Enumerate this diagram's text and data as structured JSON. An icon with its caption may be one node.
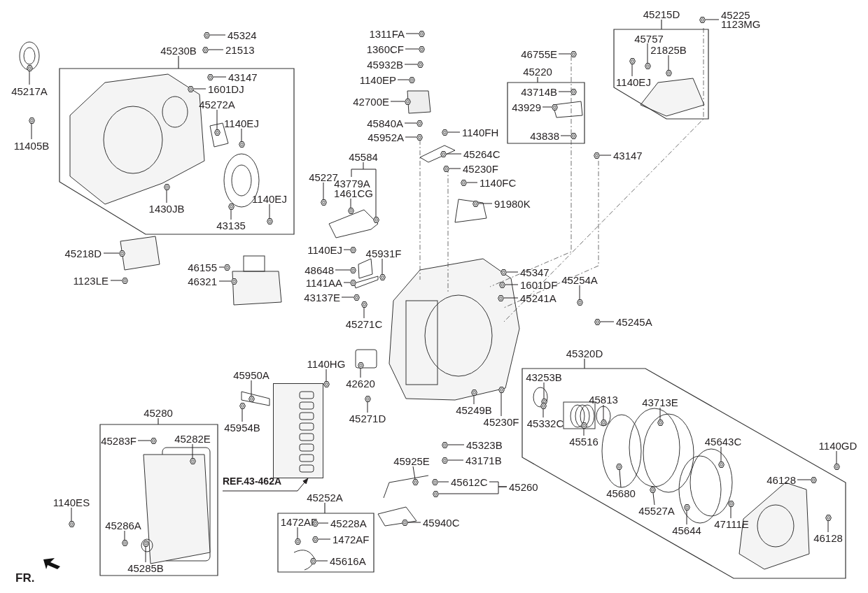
{
  "diagram": {
    "nodes": [
      {
        "text": [
          "45217A"
        ]
      },
      {
        "text": [
          "45230B"
        ]
      },
      {
        "text": [
          "45324"
        ]
      },
      {
        "text": [
          "21513"
        ]
      },
      {
        "text": [
          "43147"
        ],
        "in": 1
      },
      {
        "text": [
          "1601DJ"
        ],
        "in": 1
      },
      {
        "text": [
          "45272A"
        ],
        "in": 1
      },
      {
        "text": [
          "1140EJ"
        ],
        "in": 1
      },
      {
        "text": [
          "11405B"
        ]
      },
      {
        "text": [
          "1430JB"
        ],
        "in": 1
      },
      {
        "text": [
          "1140EJ"
        ],
        "in": 1
      },
      {
        "text": [
          "43135"
        ],
        "in": 1
      },
      {
        "text": [
          "45218D"
        ]
      },
      {
        "text": [
          "46155"
        ]
      },
      {
        "text": [
          "1123LE"
        ]
      },
      {
        "text": [
          "46321"
        ]
      },
      {
        "text": [
          "1311FA"
        ]
      },
      {
        "text": [
          "1360CF"
        ]
      },
      {
        "text": [
          "45932B"
        ]
      },
      {
        "text": [
          "1140EP"
        ]
      },
      {
        "text": [
          "42700E"
        ]
      },
      {
        "text": [
          "45840A"
        ]
      },
      {
        "text": [
          "45952A"
        ]
      },
      {
        "text": [
          "1140FH"
        ]
      },
      {
        "text": [
          "45264C"
        ]
      },
      {
        "text": [
          "45230F"
        ]
      },
      {
        "text": [
          "1140FC"
        ]
      },
      {
        "text": [
          "91980K"
        ]
      },
      {
        "text": [
          "46755E"
        ]
      },
      {
        "text": [
          "45220"
        ]
      },
      {
        "text": [
          "43714B"
        ],
        "in": 29
      },
      {
        "text": [
          "43929"
        ],
        "in": 29
      },
      {
        "text": [
          "43838"
        ],
        "in": 29
      },
      {
        "text": [
          "45215D"
        ]
      },
      {
        "text": [
          "45225",
          "1123MG"
        ]
      },
      {
        "text": [
          "45757"
        ],
        "in": 33
      },
      {
        "text": [
          "21825B"
        ],
        "in": 33
      },
      {
        "text": [
          "1140EJ"
        ],
        "in": 33
      },
      {
        "text": [
          "43147"
        ]
      },
      {
        "text": [
          "45584"
        ]
      },
      {
        "text": [
          "45227"
        ]
      },
      {
        "text": [
          "1461CG"
        ]
      },
      {
        "text": [
          "1140EJ"
        ]
      },
      {
        "text": [
          "45931F"
        ]
      },
      {
        "text": [
          "48648"
        ]
      },
      {
        "text": [
          "1141AA"
        ]
      },
      {
        "text": [
          "43137E"
        ]
      },
      {
        "text": [
          "45271C"
        ]
      },
      {
        "text": [
          "45347"
        ]
      },
      {
        "text": [
          "1601DF"
        ]
      },
      {
        "text": [
          "45254A"
        ]
      },
      {
        "text": [
          "45241A"
        ]
      },
      {
        "text": [
          "45245A"
        ]
      },
      {
        "text": [
          "1140HG"
        ]
      },
      {
        "text": [
          "42620"
        ]
      },
      {
        "text": [
          "45950A"
        ]
      },
      {
        "text": [
          "45954B"
        ]
      },
      {
        "text": [
          "45271D"
        ]
      },
      {
        "text": [
          "45249B"
        ]
      },
      {
        "text": [
          "45230F"
        ]
      },
      {
        "text": [
          "45323B"
        ]
      },
      {
        "text": [
          "43171B"
        ]
      },
      {
        "text": [
          "45925E"
        ]
      },
      {
        "text": [
          "45612C"
        ]
      },
      {
        "text": [
          "45260"
        ]
      },
      {
        "text": [
          "45940C"
        ]
      },
      {
        "text": [
          "REF.43-462A"
        ]
      },
      {
        "text": [
          "45280"
        ]
      },
      {
        "text": [
          "45283F"
        ],
        "in": 67
      },
      {
        "text": [
          "45282E"
        ],
        "in": 67
      },
      {
        "text": [
          "1140ES"
        ]
      },
      {
        "text": [
          "45286A"
        ],
        "in": 67
      },
      {
        "text": [
          "45285B"
        ],
        "in": 67
      },
      {
        "text": [
          "45252A"
        ]
      },
      {
        "text": [
          "1472AF"
        ],
        "in": 73
      },
      {
        "text": [
          "45228A"
        ],
        "in": 73
      },
      {
        "text": [
          "1472AF"
        ],
        "in": 73
      },
      {
        "text": [
          "45616A"
        ],
        "in": 73
      },
      {
        "text": [
          "45320D"
        ]
      },
      {
        "text": [
          "43253B"
        ],
        "in": 78
      },
      {
        "text": [
          "45813"
        ],
        "in": 78
      },
      {
        "text": [
          "43713E"
        ],
        "in": 78
      },
      {
        "text": [
          "45332C"
        ],
        "in": 78
      },
      {
        "text": [
          "45516"
        ],
        "in": 78
      },
      {
        "text": [
          "45643C"
        ],
        "in": 78
      },
      {
        "text": [
          "1140GD"
        ]
      },
      {
        "text": [
          "46128"
        ],
        "in": 78
      },
      {
        "text": [
          "45680"
        ],
        "in": 78
      },
      {
        "text": [
          "45527A"
        ],
        "in": 78
      },
      {
        "text": [
          "45644"
        ],
        "in": 78
      },
      {
        "text": [
          "47111E"
        ],
        "in": 78
      },
      {
        "text": [
          "46128"
        ],
        "in": 78
      },
      {
        "text": [],
        "shape": "picture"
      },
      {
        "text": [],
        "shape": "picture"
      },
      {
        "text": [],
        "shape": "picture"
      },
      {
        "text": [],
        "shape": "picture",
        "in": 1
      },
      {
        "text": [],
        "shape": "picture",
        "in": 1
      },
      {
        "text": [],
        "shape": "picture",
        "in": 1
      },
      {
        "text": [],
        "shape": "picture",
        "in": 1
      },
      {
        "text": [],
        "shape": "picture"
      },
      {
        "text": [],
        "shape": "picture",
        "in": 1
      },
      {
        "text": [],
        "shape": "picture",
        "in": 1
      },
      {
        "text": [],
        "shape": "picture",
        "in": 1
      },
      {
        "text": [],
        "shape": "picture"
      },
      {
        "text": [],
        "shape": "picture"
      },
      {
        "text": [],
        "shape": "picture"
      },
      {
        "text": [],
        "shape": "picture"
      },
      {
        "text": [],
        "shape": "picture"
      },
      {
        "text": [],
        "shape": "picture"
      },
      {
        "text": [],
        "shape": "picture"
      },
      {
        "text": [],
        "shape": "picture"
      },
      {
        "text": [],
        "shape": "picture"
      },
      {
        "text": [],
        "shape": "picture"
      },
      {
        "text": [],
        "shape": "picture"
      },
      {
        "text": [],
        "shape": "picture"
      },
      {
        "text": [],
        "shape": "picture"
      },
      {
        "text": [],
        "shape": "picture"
      },
      {
        "text": [],
        "shape": "picture"
      },
      {
        "text": [],
        "shape": "picture"
      },
      {
        "text": [],
        "shape": "picture"
      },
      {
        "text": [],
        "shape": "picture",
        "in": 29
      },
      {
        "text": [],
        "shape": "picture",
        "in": 29
      },
      {
        "text": [],
        "shape": "picture",
        "in": 29
      },
      {
        "text": [],
        "shape": "picture"
      },
      {
        "text": [],
        "shape": "picture",
        "in": 33
      },
      {
        "text": [],
        "shape": "picture",
        "in": 33
      },
      {
        "text": [],
        "shape": "picture",
        "in": 33
      },
      {
        "text": [],
        "shape": "picture"
      },
      {
        "text": [],
        "shape": "picture"
      },
      {
        "text": [],
        "shape": "picture"
      },
      {
        "text": [],
        "shape": "picture"
      },
      {
        "text": [],
        "shape": "picture"
      },
      {
        "text": [],
        "shape": "picture"
      },
      {
        "text": [],
        "shape": "picture"
      },
      {
        "text": [],
        "shape": "picture"
      },
      {
        "text": [],
        "shape": "picture"
      },
      {
        "text": [],
        "shape": "picture"
      },
      {
        "text": [],
        "shape": "picture"
      },
      {
        "text": [],
        "shape": "picture"
      },
      {
        "text": [],
        "shape": "picture"
      },
      {
        "text": [],
        "shape": "picture"
      },
      {
        "text": [],
        "shape": "picture"
      },
      {
        "text": [],
        "shape": "picture"
      },
      {
        "text": [],
        "shape": "picture"
      },
      {
        "text": [],
        "shape": "picture"
      },
      {
        "text": [],
        "shape": "picture"
      },
      {
        "text": [],
        "shape": "picture"
      },
      {
        "text": [],
        "shape": "picture"
      },
      {
        "text": [],
        "shape": "picture"
      },
      {
        "text": [],
        "shape": "picture"
      },
      {
        "text": [],
        "shape": "picture"
      },
      {
        "text": [],
        "shape": "picture"
      },
      {
        "text": [],
        "shape": "picture"
      },
      {
        "text": [],
        "shape": "picture"
      },
      {
        "text": [],
        "shape": "picture"
      },
      {
        "text": [],
        "shape": "picture"
      },
      {
        "text": [],
        "shape": "picture",
        "in": 67
      },
      {
        "text": [],
        "shape": "picture",
        "in": 67
      },
      {
        "text": [],
        "shape": "picture"
      },
      {
        "text": [],
        "shape": "picture",
        "in": 67
      },
      {
        "text": [],
        "shape": "picture",
        "in": 67
      },
      {
        "text": [],
        "shape": "picture",
        "in": 73
      },
      {
        "text": [],
        "shape": "picture",
        "in": 73
      },
      {
        "text": [],
        "shape": "picture",
        "in": 73
      },
      {
        "text": [],
        "shape": "picture",
        "in": 73
      },
      {
        "text": [],
        "shape": "picture",
        "in": 78
      },
      {
        "text": [],
        "shape": "picture",
        "in": 78
      },
      {
        "text": [],
        "shape": "picture",
        "in": 78
      },
      {
        "text": [],
        "shape": "picture",
        "in": 78
      },
      {
        "text": [],
        "shape": "picture",
        "in": 78
      },
      {
        "text": [],
        "shape": "picture",
        "in": 78
      },
      {
        "text": [],
        "shape": "picture"
      },
      {
        "text": [],
        "shape": "picture",
        "in": 78
      },
      {
        "text": [],
        "shape": "picture",
        "in": 78
      },
      {
        "text": [],
        "shape": "picture",
        "in": 78
      },
      {
        "text": [],
        "shape": "picture",
        "in": 78
      },
      {
        "text": [],
        "shape": "picture",
        "in": 78
      },
      {
        "text": [],
        "shape": "picture",
        "in": 78
      }
    ],
    "edges": [
      {
        "from": 0,
        "to": 92,
        "arrow": "none"
      },
      {
        "from": 2,
        "to": 93,
        "arrow": "none"
      },
      {
        "from": 3,
        "to": 94,
        "arrow": "none"
      },
      {
        "from": 4,
        "to": 95,
        "arrow": "none"
      },
      {
        "from": 5,
        "to": 96,
        "arrow": "none"
      },
      {
        "from": 6,
        "to": 97,
        "arrow": "none"
      },
      {
        "from": 7,
        "to": 98,
        "arrow": "none"
      },
      {
        "from": 8,
        "to": 99,
        "arrow": "none"
      },
      {
        "from": 9,
        "to": 100,
        "arrow": "none"
      },
      {
        "from": 10,
        "to": 101,
        "arrow": "none"
      },
      {
        "from": 11,
        "to": 102,
        "arrow": "none"
      },
      {
        "from": 12,
        "to": 103,
        "arrow": "none"
      },
      {
        "from": 13,
        "to": 104,
        "arrow": "none"
      },
      {
        "from": 14,
        "to": 105,
        "arrow": "none"
      },
      {
        "from": 15,
        "to": 106,
        "arrow": "none"
      },
      {
        "from": 16,
        "to": 107,
        "arrow": "none"
      },
      {
        "from": 17,
        "to": 108,
        "arrow": "none"
      },
      {
        "from": 18,
        "to": 109,
        "arrow": "none"
      },
      {
        "from": 19,
        "to": 110,
        "arrow": "none"
      },
      {
        "from": 20,
        "to": 111,
        "arrow": "none"
      },
      {
        "from": 21,
        "to": 112,
        "arrow": "none"
      },
      {
        "from": 22,
        "to": 113,
        "arrow": "none"
      },
      {
        "from": 23,
        "to": 114,
        "arrow": "none"
      },
      {
        "from": 24,
        "to": 115,
        "arrow": "none"
      },
      {
        "from": 25,
        "to": 116,
        "arrow": "none"
      },
      {
        "from": 26,
        "to": 117,
        "arrow": "none"
      },
      {
        "from": 27,
        "to": 118,
        "arrow": "none"
      },
      {
        "from": 28,
        "to": 119,
        "arrow": "none"
      },
      {
        "from": 30,
        "to": 120,
        "arrow": "none"
      },
      {
        "from": 31,
        "to": 121,
        "arrow": "none"
      },
      {
        "from": 32,
        "to": 122,
        "arrow": "none"
      },
      {
        "from": 34,
        "to": 123,
        "arrow": "none"
      },
      {
        "from": 35,
        "to": 124,
        "arrow": "none"
      },
      {
        "from": 36,
        "to": 125,
        "arrow": "none"
      },
      {
        "from": 37,
        "to": 126,
        "arrow": "none"
      },
      {
        "from": 38,
        "to": 127,
        "arrow": "none"
      },
      {
        "from": 39,
        "to": 128,
        "arrow": "none"
      },
      {
        "from": 40,
        "to": 129,
        "arrow": "none"
      },
      {
        "from": 41,
        "to": 130,
        "arrow": "none"
      },
      {
        "from": 42,
        "to": 131,
        "arrow": "none"
      },
      {
        "from": 43,
        "to": 132,
        "arrow": "none"
      },
      {
        "from": 44,
        "to": 133,
        "arrow": "none"
      },
      {
        "from": 45,
        "to": 134,
        "arrow": "none"
      },
      {
        "from": 46,
        "to": 135,
        "arrow": "none"
      },
      {
        "from": 47,
        "to": 136,
        "arrow": "none"
      },
      {
        "from": 48,
        "to": 137,
        "arrow": "none"
      },
      {
        "from": 49,
        "to": 138,
        "arrow": "none"
      },
      {
        "from": 50,
        "to": 139,
        "arrow": "none"
      },
      {
        "from": 51,
        "to": 140,
        "arrow": "none"
      },
      {
        "from": 52,
        "to": 141,
        "arrow": "none"
      },
      {
        "from": 53,
        "to": 142,
        "arrow": "none"
      },
      {
        "from": 54,
        "to": 143,
        "arrow": "none"
      },
      {
        "from": 55,
        "to": 144,
        "arrow": "none"
      },
      {
        "from": 56,
        "to": 145,
        "arrow": "none"
      },
      {
        "from": 57,
        "to": 146,
        "arrow": "none"
      },
      {
        "from": 58,
        "to": 147,
        "arrow": "none"
      },
      {
        "from": 59,
        "to": 148,
        "arrow": "none"
      },
      {
        "from": 60,
        "to": 149,
        "arrow": "none"
      },
      {
        "from": 61,
        "to": 150,
        "arrow": "none"
      },
      {
        "from": 62,
        "to": 151,
        "arrow": "none"
      },
      {
        "from": 63,
        "to": 152,
        "arrow": "none"
      },
      {
        "from": 64,
        "to": 153,
        "arrow": "none"
      },
      {
        "from": 65,
        "to": 154,
        "arrow": "none"
      },
      {
        "from": 66,
        "to": 155,
        "arrow": "to"
      },
      {
        "from": 68,
        "to": 156,
        "arrow": "none"
      },
      {
        "from": 69,
        "to": 157,
        "arrow": "none"
      },
      {
        "from": 70,
        "to": 158,
        "arrow": "none"
      },
      {
        "from": 71,
        "to": 159,
        "arrow": "none"
      },
      {
        "from": 72,
        "to": 160,
        "arrow": "none"
      },
      {
        "from": 74,
        "to": 161,
        "arrow": "none"
      },
      {
        "from": 75,
        "to": 162,
        "arrow": "none"
      },
      {
        "from": 76,
        "to": 163,
        "arrow": "none"
      },
      {
        "from": 77,
        "to": 164,
        "arrow": "none"
      },
      {
        "from": 79,
        "to": 165,
        "arrow": "none"
      },
      {
        "from": 80,
        "to": 166,
        "arrow": "none"
      },
      {
        "from": 81,
        "to": 167,
        "arrow": "none"
      },
      {
        "from": 82,
        "to": 168,
        "arrow": "none"
      },
      {
        "from": 83,
        "to": 169,
        "arrow": "none"
      },
      {
        "from": 84,
        "to": 170,
        "arrow": "none"
      },
      {
        "from": 85,
        "to": 171,
        "arrow": "none"
      },
      {
        "from": 86,
        "to": 172,
        "arrow": "none"
      },
      {
        "from": 87,
        "to": 173,
        "arrow": "none"
      },
      {
        "from": 88,
        "to": 174,
        "arrow": "none"
      },
      {
        "from": 89,
        "to": 175,
        "arrow": "none"
      },
      {
        "from": 90,
        "to": 176,
        "arrow": "none"
      },
      {
        "from": 91,
        "to": 177,
        "arrow": "none"
      },
      {
        "from": 64,
        "to": 63,
        "arrow": "none"
      }
    ],
    "labels": [
      "43779A",
      "FR."
    ]
  }
}
